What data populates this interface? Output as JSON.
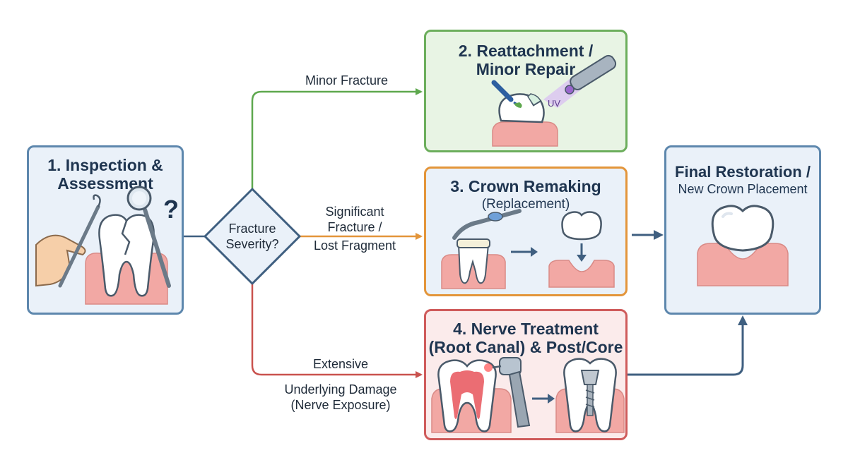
{
  "nodes": {
    "inspection": {
      "title_1": "1. Inspection &",
      "title_2": "Assessment",
      "mark": "?"
    },
    "decision": {
      "line_1": "Fracture",
      "line_2": "Severity?"
    },
    "reattachment": {
      "title_1": "2. Reattachment /",
      "title_2": "Minor Repair",
      "uv_label": "UV"
    },
    "crown_remaking": {
      "title": "3. Crown Remaking",
      "subtitle": "(Replacement)"
    },
    "nerve_treatment": {
      "title_1": "4. Nerve Treatment",
      "title_2": "(Root Canal) & Post/Core"
    },
    "final_restoration": {
      "title": "Final Restoration /",
      "subtitle": "New Crown Placement"
    }
  },
  "edges": {
    "minor": {
      "label": "Minor Fracture"
    },
    "significant": {
      "line_1": "Significant",
      "line_2": "Fracture /",
      "line_3": "Lost Fragment"
    },
    "extensive": {
      "line_1": "Extensive",
      "line_2": "Underlying Damage",
      "line_3": "(Nerve Exposure)"
    }
  },
  "colors": {
    "green_path": "#5ea84e",
    "orange_path": "#e3953a",
    "red_path": "#c9524e",
    "blue_path": "#3f5f80"
  },
  "icons": [
    "dental-mirror-icon",
    "explorer-probe-icon",
    "cracked-tooth-icon",
    "uv-lamp-icon",
    "crown-icon",
    "drill-icon",
    "post-core-icon"
  ]
}
